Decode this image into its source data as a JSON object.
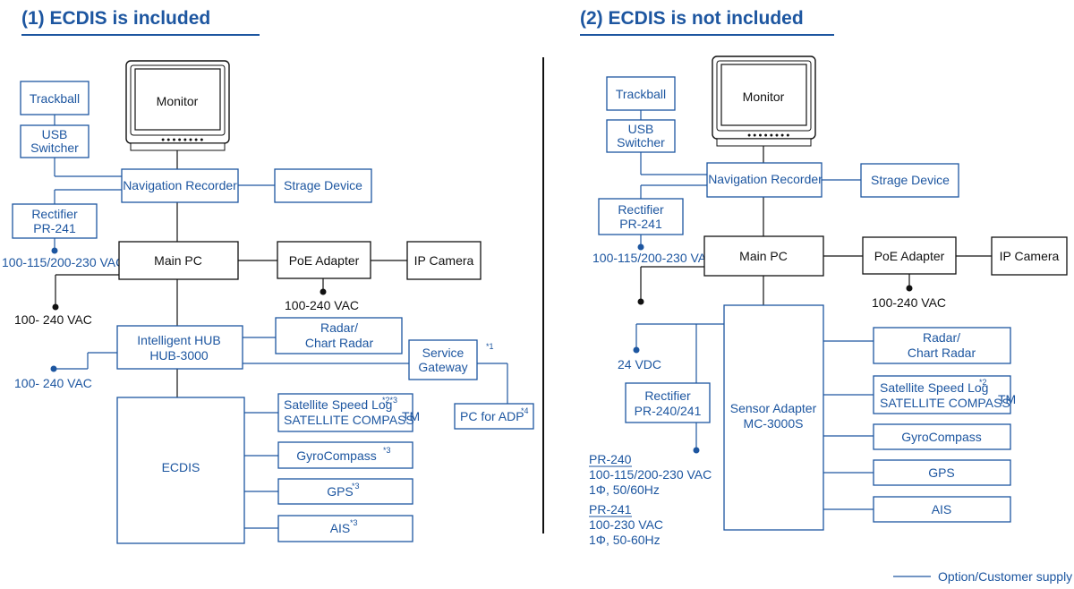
{
  "left": {
    "title": "(1) ECDIS is included",
    "trackball": "Trackball",
    "usb_switcher": [
      "USB",
      "Switcher"
    ],
    "monitor": "Monitor",
    "navigation_recorder": "Navigation Recorder",
    "strage_device": "Strage Device",
    "rectifier": [
      "Rectifier",
      "PR-241"
    ],
    "rectifier_power": "100-115/200-230 VAC",
    "main_pc": "Main PC",
    "main_pc_power": "100- 240 VAC",
    "poe_adapter": "PoE Adapter",
    "poe_power": "100-240 VAC",
    "ip_camera": "IP Camera",
    "intelligent_hub": [
      "Intelligent HUB",
      "HUB-3000"
    ],
    "hub_power": "100- 240 VAC",
    "radar": [
      "Radar/",
      "Chart Radar"
    ],
    "service_gateway": [
      "Service",
      "Gateway"
    ],
    "service_gateway_note": "*1",
    "pc_for_adp": "PC for ADP",
    "pc_for_adp_note": "*4",
    "ecdis": "ECDIS",
    "speed_log": "Satellite Speed Log",
    "speed_log_note": "*2*3",
    "sat_compass": "SATELLITE COMPASS",
    "tm": "TM",
    "gyrocompass": "GyroCompass",
    "gyrocompass_note": "*3",
    "gps": "GPS",
    "gps_note": "*3",
    "ais": "AIS",
    "ais_note": "*3"
  },
  "right": {
    "title": "(2) ECDIS is not included",
    "trackball": "Trackball",
    "usb_switcher": [
      "USB",
      "Switcher"
    ],
    "monitor": "Monitor",
    "navigation_recorder": "Navigation Recorder",
    "strage_device": "Strage Device",
    "rectifier": [
      "Rectifier",
      "PR-241"
    ],
    "rectifier_power": "100-115/200-230 VAC",
    "main_pc": "Main PC",
    "poe_adapter": "PoE Adapter",
    "poe_power": "100-240 VAC",
    "ip_camera": "IP Camera",
    "vdc": "24 VDC",
    "rectifier2": [
      "Rectifier",
      "PR-240/241"
    ],
    "sensor_adapter": [
      "Sensor Adapter",
      "MC-3000S"
    ],
    "radar": [
      "Radar/",
      "Chart Radar"
    ],
    "speed_log": "Satellite Speed Log",
    "speed_log_note": "*2",
    "sat_compass": "SATELLITE COMPASS",
    "tm": "TM",
    "gyrocompass": "GyroCompass",
    "gps": "GPS",
    "ais": "AIS",
    "pr240_title": "PR-240",
    "pr240_lines": [
      "100-115/200-230 VAC",
      "1Φ, 50/60Hz"
    ],
    "pr241_title": "PR-241",
    "pr241_lines": [
      "100-230 VAC",
      "1Φ, 50-60Hz"
    ]
  },
  "legend": {
    "label": "Option/Customer supply"
  },
  "colors": {
    "option": "#1d56a0",
    "standard": "#111111"
  }
}
